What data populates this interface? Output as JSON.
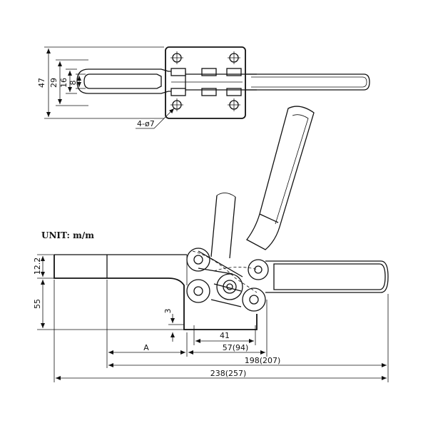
{
  "labels": {
    "unit": "UNIT: m/m",
    "hole_spec": "4-ø7",
    "dim_47": "47",
    "dim_29": "29",
    "dim_16": "16",
    "dim_8": "8",
    "dim_55": "55",
    "dim_12": "12.2",
    "dim_3": "3",
    "dim_41": "41",
    "dim_57": "57(94)",
    "dim_A": "A",
    "dim_198": "198(207)",
    "dim_238": "238(257)"
  }
}
